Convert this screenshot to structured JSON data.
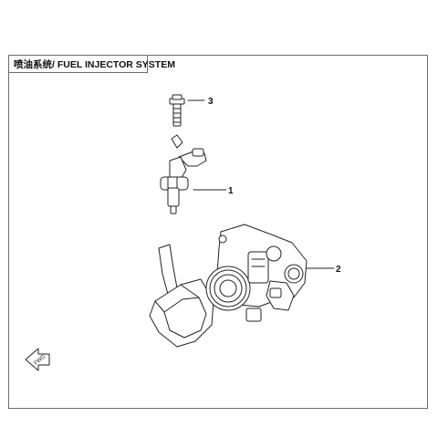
{
  "title": "喷油系统/ FUEL INJECTOR SYSTEM",
  "callouts": [
    {
      "id": "callout-3",
      "label": "3"
    },
    {
      "id": "callout-1",
      "label": "1"
    },
    {
      "id": "callout-2",
      "label": "2"
    }
  ],
  "direction_marker": {
    "label": "FWD",
    "icon": "arrow-icon"
  },
  "colors": {
    "line": "#222222",
    "frame": "#6b6b6b",
    "fill": "#ffffff"
  }
}
